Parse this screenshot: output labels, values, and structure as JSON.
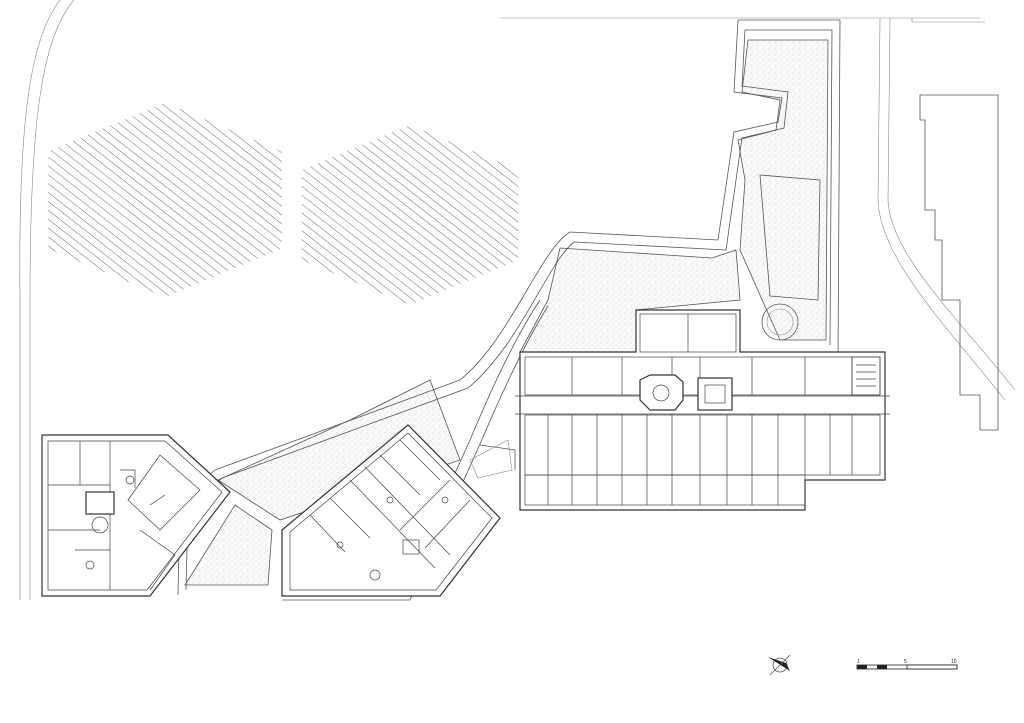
{
  "scale_bar": {
    "labels": [
      "1",
      "5",
      "10"
    ]
  },
  "icons": {
    "north_arrow": "north-arrow-icon",
    "scale_bar": "scale-bar-icon"
  },
  "colors": {
    "line": "#333333",
    "background": "#ffffff"
  }
}
